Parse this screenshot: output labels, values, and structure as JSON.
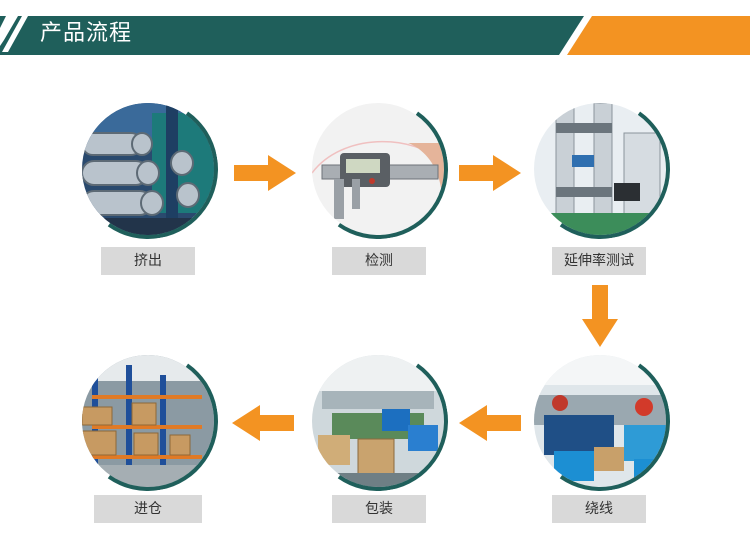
{
  "header": {
    "title": "产品流程",
    "primary_color": "#1f5f5b",
    "accent_color": "#f39322"
  },
  "steps": [
    {
      "label": "挤出",
      "icon": "extrusion-photo"
    },
    {
      "label": "检测",
      "icon": "caliper-photo"
    },
    {
      "label": "延伸率测试",
      "icon": "tensile-tester-photo"
    },
    {
      "label": "绕线",
      "icon": "winding-workshop-photo"
    },
    {
      "label": "包装",
      "icon": "packing-workshop-photo"
    },
    {
      "label": "进仓",
      "icon": "warehouse-photo"
    }
  ],
  "arrow_color": "#f39322",
  "label_bg": "#d9d9d9"
}
